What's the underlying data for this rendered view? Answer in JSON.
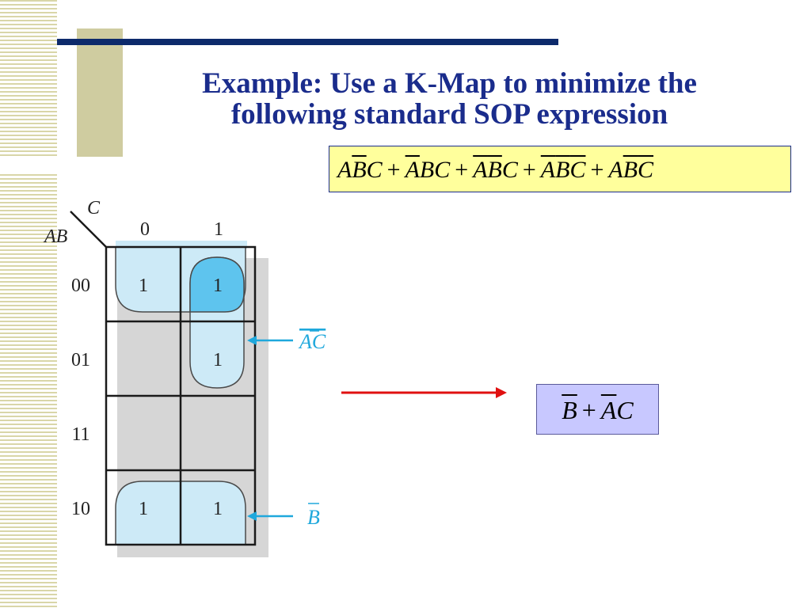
{
  "slide": {
    "title_line1": "Example: Use a K-Map to minimize the",
    "title_line2": "following standard SOP expression"
  },
  "expression": {
    "terms": [
      {
        "label": "ABC",
        "bars": [
          "",
          "B",
          ""
        ]
      },
      {
        "label": "ABC",
        "bars": [
          "A",
          "",
          ""
        ]
      },
      {
        "label": "ABC",
        "bars": [
          "A",
          "B",
          ""
        ]
      },
      {
        "label": "ABC",
        "bars": [
          "A",
          "B",
          "C"
        ]
      },
      {
        "label": "ABC",
        "bars": [
          "",
          "B",
          "C"
        ]
      }
    ],
    "operator": "+"
  },
  "kmap": {
    "row_var": "AB",
    "col_var": "C",
    "col_labels": [
      "0",
      "1"
    ],
    "row_labels": [
      "00",
      "01",
      "11",
      "10"
    ],
    "cells": [
      [
        "1",
        "1"
      ],
      [
        "",
        "1"
      ],
      [
        "",
        ""
      ],
      [
        "1",
        "1"
      ]
    ],
    "group_labels": {
      "group1": "AC",
      "group2": "B"
    }
  },
  "result": {
    "term1": "B",
    "operator": "+",
    "term2": "AC"
  },
  "colors": {
    "title": "#1a2c8c",
    "group_fill": "#cdeaf7",
    "group_overlap": "#5ec4ee",
    "group_stroke": "#4a4a4a",
    "label_blue": "#1fa8dc",
    "arrow_red": "#e01010",
    "expr_bg": "#ffff9c",
    "result_bg": "#c8c8ff"
  }
}
